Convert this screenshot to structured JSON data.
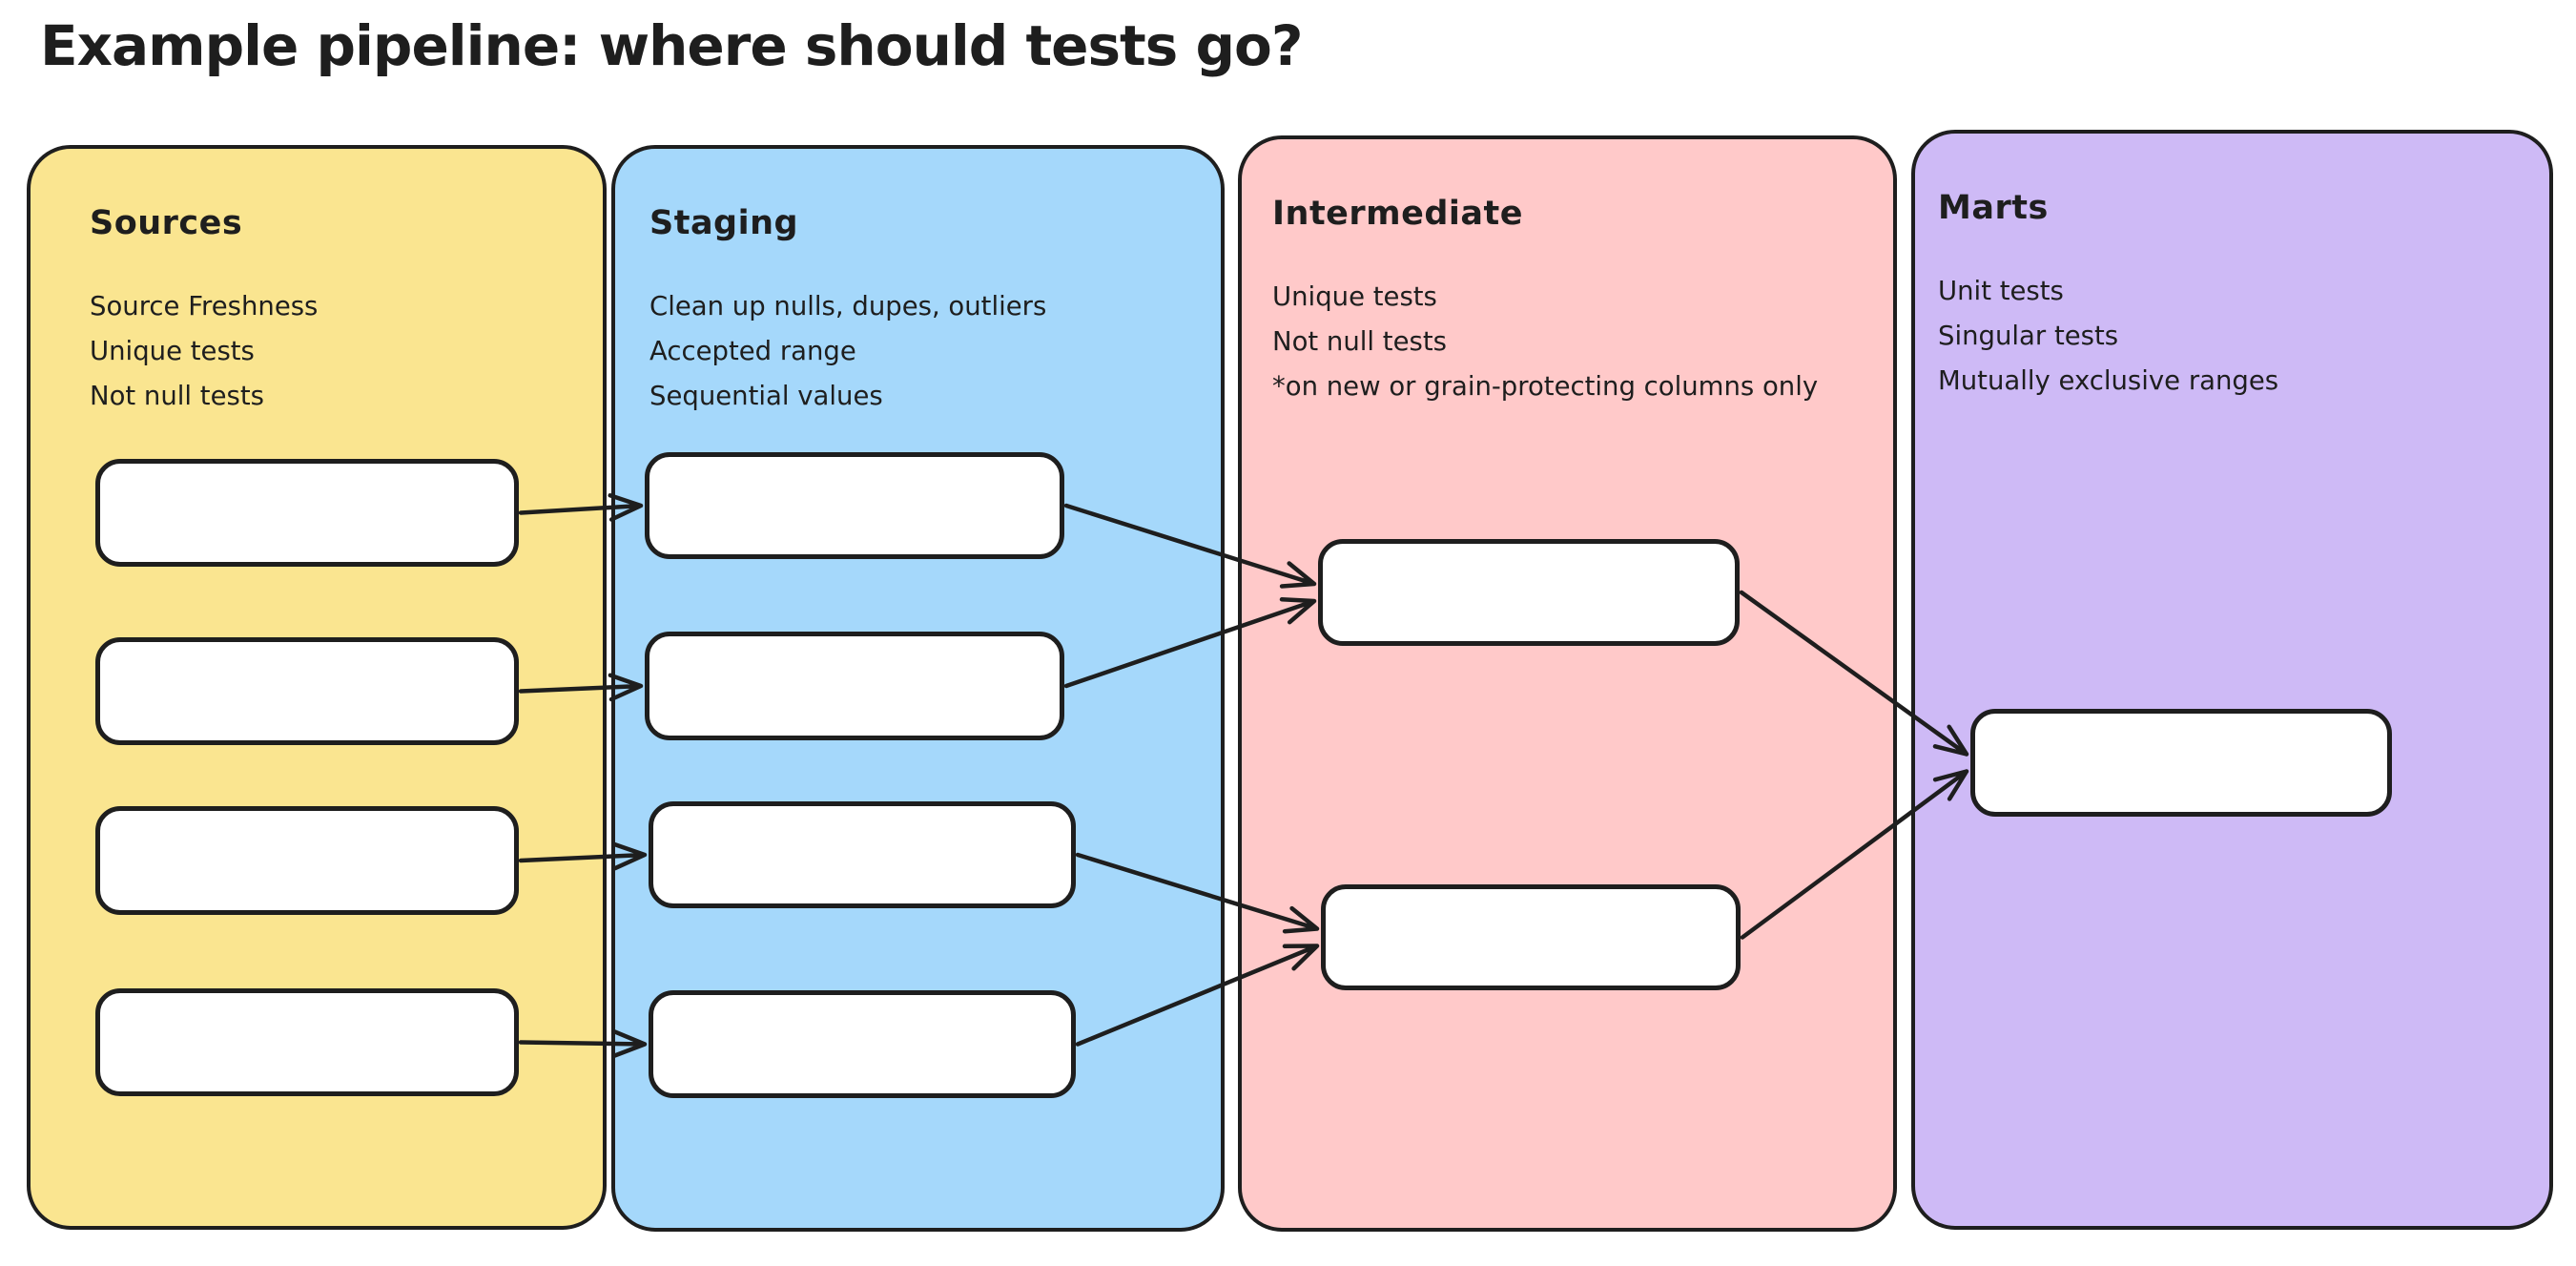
{
  "title": "Example pipeline: where should tests go?",
  "stroke_color": "#1e1e1e",
  "node_fill": "#ffffff",
  "columns": [
    {
      "id": "sources",
      "label": "Sources",
      "color": "#FAE590",
      "tests": [
        "Source Freshness",
        "Unique tests",
        "Not null tests"
      ],
      "nodes": [
        "src-1",
        "src-2",
        "src-3",
        "src-4"
      ]
    },
    {
      "id": "staging",
      "label": "Staging",
      "color": "#A5D8FB",
      "tests": [
        "Clean up nulls, dupes, outliers",
        "Accepted range",
        "Sequential values"
      ],
      "nodes": [
        "stg-1",
        "stg-2",
        "stg-3",
        "stg-4"
      ]
    },
    {
      "id": "intermediate",
      "label": "Intermediate",
      "color": "#FFC9C9",
      "tests": [
        "Unique tests",
        "Not null tests",
        "*on new or grain-protecting columns only"
      ],
      "nodes": [
        "int-1",
        "int-2"
      ]
    },
    {
      "id": "marts",
      "label": "Marts",
      "color": "#CEBAF6",
      "tests": [
        "Unit tests",
        "Singular tests",
        "Mutually exclusive ranges"
      ],
      "nodes": [
        "mart-1"
      ]
    }
  ],
  "edges": [
    [
      "src-1",
      "stg-1"
    ],
    [
      "src-2",
      "stg-2"
    ],
    [
      "src-3",
      "stg-3"
    ],
    [
      "src-4",
      "stg-4"
    ],
    [
      "stg-1",
      "int-1"
    ],
    [
      "stg-2",
      "int-1"
    ],
    [
      "stg-3",
      "int-2"
    ],
    [
      "stg-4",
      "int-2"
    ],
    [
      "int-1",
      "mart-1"
    ],
    [
      "int-2",
      "mart-1"
    ]
  ]
}
